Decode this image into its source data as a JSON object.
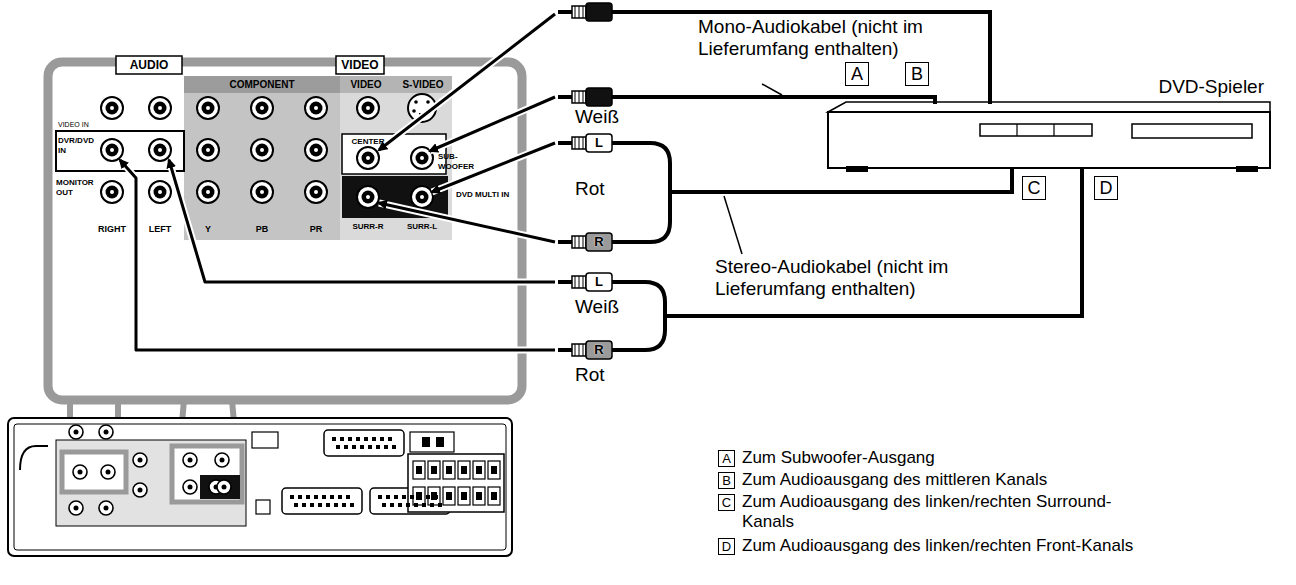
{
  "diagram": {
    "nodes": [
      {
        "text": [
          "A"
        ]
      },
      {
        "text": [
          "B"
        ]
      },
      {
        "text": [
          "DVD-Spieler"
        ]
      },
      {
        "text": [
          "C"
        ]
      },
      {
        "text": [
          "D"
        ]
      },
      {
        "text": [
          "A"
        ]
      },
      {
        "text": [
          "B"
        ]
      },
      {
        "text": [
          "C"
        ]
      },
      {
        "text": [
          "D"
        ]
      }
    ],
    "labels": [
      "AUDIO",
      "VIDEO",
      "COMPONENT",
      "VIDEO",
      "S-VIDEO",
      "VIDEO IN",
      "DVR/DVD IN",
      "CENTER",
      "SUB-WOOFER",
      "MONITOR OUT",
      "DVD MULTI IN",
      "RIGHT",
      "LEFT",
      "Y",
      "PB",
      "PR",
      "SURR-R",
      "SURR-L",
      "Mono-Audiokabel (nicht im Lieferumfang enthalten)",
      "Weiß",
      "L",
      "Rot",
      "R",
      "Stereo-Audiokabel (nicht im Lieferumfang enthalten)",
      "L",
      "Weiß",
      "R",
      "Rot",
      "Zum Subwoofer-Ausgang",
      "Zum Audioausgang des mittleren Kanals",
      "Zum Audioausgang des linken/rechten Surround-Kanals",
      "Zum Audioausgang des linken/rechten Front-Kanals"
    ]
  }
}
